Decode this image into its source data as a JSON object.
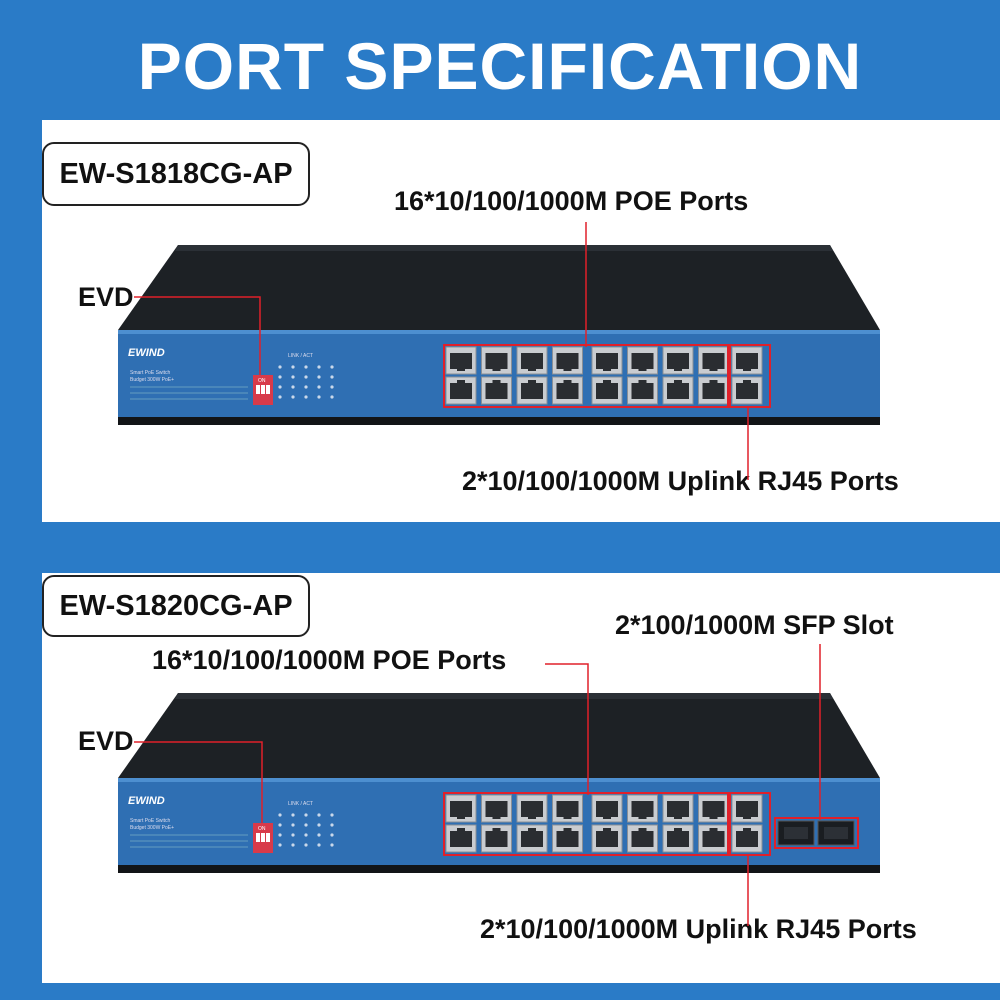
{
  "header": {
    "title": "PORT SPECIFICATION"
  },
  "products": [
    {
      "model": "EW-S1818CG-AP",
      "callouts": {
        "poe": "16*10/100/1000M POE Ports",
        "evd": "EVD",
        "uplink": "2*10/100/1000M Uplink RJ45 Ports"
      },
      "device": {
        "brand": "EWIND",
        "desc_line1": "Smart PoE Switch",
        "desc_line2": "Budget 300W PoE+",
        "link_label": "LINK / ACT",
        "dip_label": "ON"
      }
    },
    {
      "model": "EW-S1820CG-AP",
      "callouts": {
        "poe": "16*10/100/1000M POE Ports",
        "evd": "EVD",
        "sfp": "2*100/1000M SFP Slot",
        "uplink": "2*10/100/1000M Uplink RJ45 Ports"
      },
      "device": {
        "brand": "EWIND",
        "desc_line1": "Smart PoE Switch",
        "desc_line2": "Budget 300W PoE+",
        "link_label": "LINK / ACT",
        "dip_label": "ON"
      }
    }
  ],
  "colors": {
    "background": "#2a7bc7",
    "front_panel": "#2f6fb3",
    "highlight": "#e0202a",
    "chassis": "#1c1f23"
  }
}
